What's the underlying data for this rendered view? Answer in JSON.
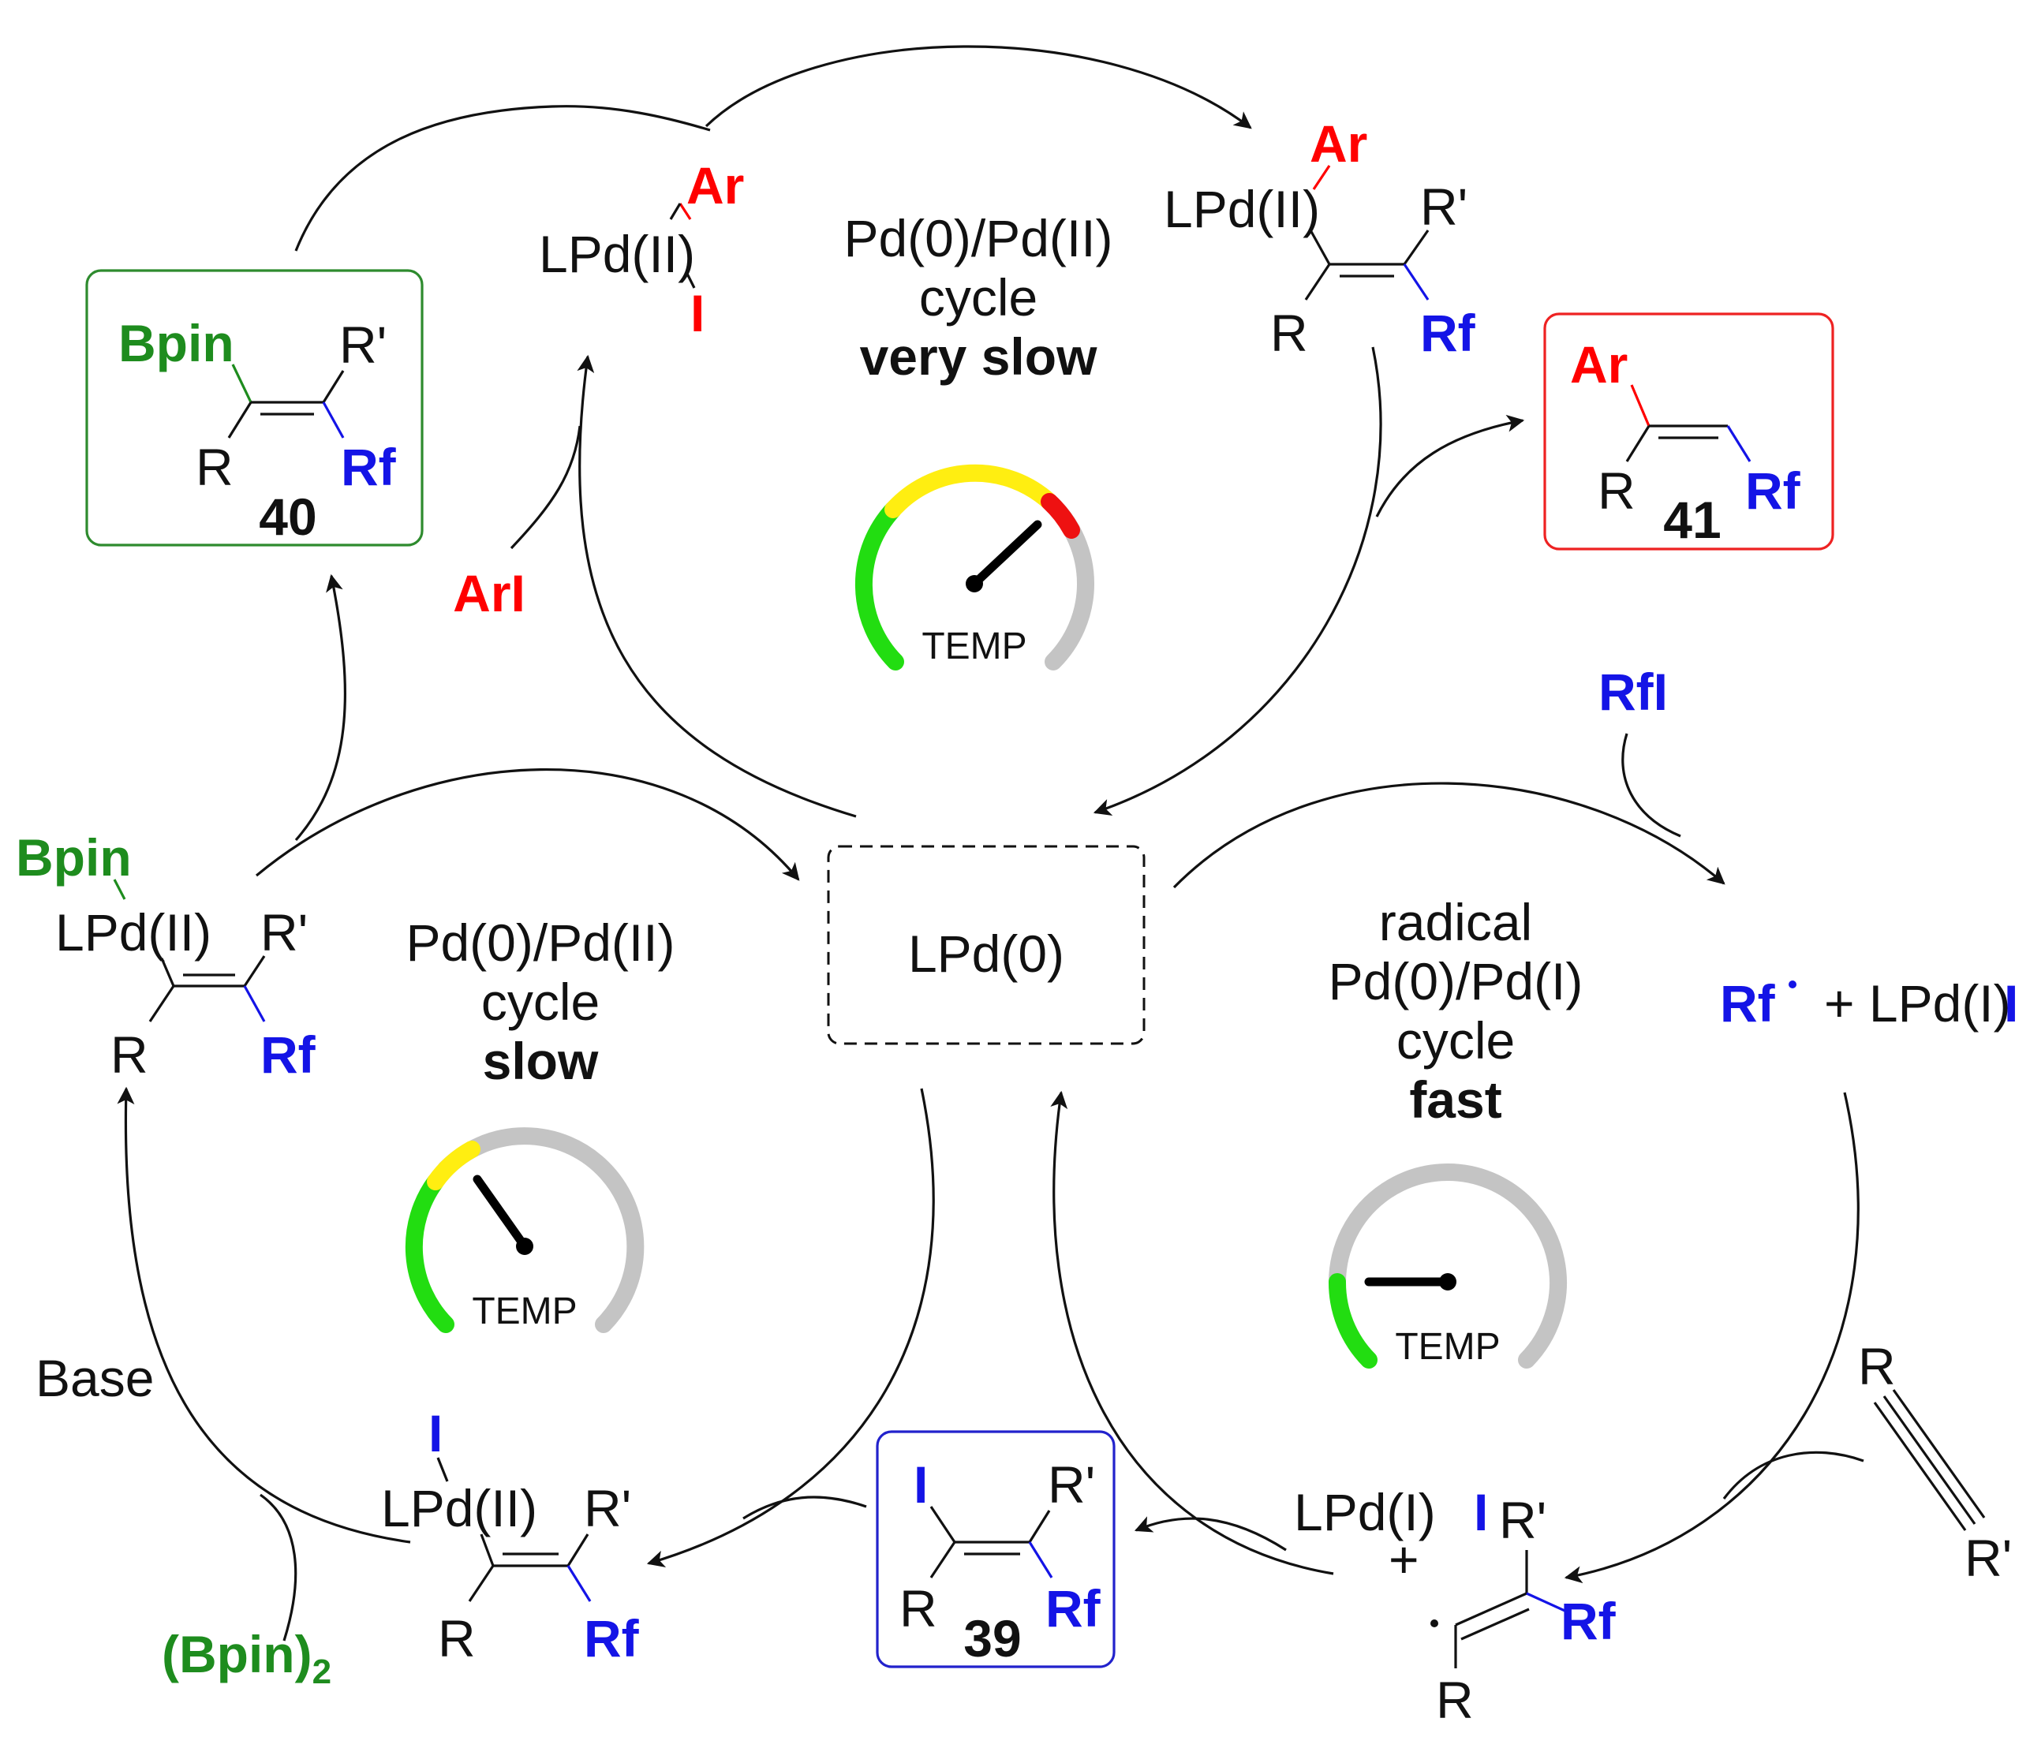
{
  "center": {
    "label": "LPd(0)"
  },
  "cycles": {
    "top": {
      "line1": "Pd(0)/Pd(II)",
      "line2": "cycle",
      "speed": "very slow"
    },
    "left": {
      "line1": "Pd(0)/Pd(II)",
      "line2": "cycle",
      "speed": "slow"
    },
    "right": {
      "line1": "radical",
      "line2": "Pd(0)/Pd(I)",
      "line3": "cycle",
      "speed": "fast"
    }
  },
  "gauges": {
    "label": "TEMP",
    "colors": {
      "green": "#22dd11",
      "yellow": "#ffee11",
      "red": "#ee1111",
      "gray": "#c4c4c4",
      "needle": "#000000"
    }
  },
  "reagents": {
    "ArI": "ArI",
    "RfI": "RfI",
    "base": "Base",
    "bpin2_main": "(Bpin)",
    "bpin2_sub": "2"
  },
  "species": {
    "top_pd": {
      "pd": "LPd(II)",
      "ar": "Ar",
      "i": "I"
    },
    "top_right_pd": {
      "pd": "LPd(II)",
      "ar": "Ar",
      "r": "R",
      "rprime": "R'",
      "rf": "Rf"
    },
    "left_pd_bpin": {
      "bpin": "Bpin",
      "pd": "LPd(II)",
      "r": "R",
      "rprime": "R'",
      "rf": "Rf"
    },
    "bottom_pd_i": {
      "i": "I",
      "pd": "LPd(II)",
      "r": "R",
      "rprime": "R'",
      "rf": "Rf"
    },
    "radical_side": {
      "rf_dot": "Rf",
      "plus_lpd": "+ LPd(I)",
      "i": "I"
    },
    "vinyl_radical": {
      "lpd": "LPd(I)",
      "i": "I",
      "plus": "+",
      "r": "R",
      "rprime": "R'",
      "rf": "Rf"
    },
    "alkyne": {
      "r": "R",
      "rprime": "R'"
    }
  },
  "products": {
    "p40": {
      "number": "40",
      "bpin": "Bpin",
      "r": "R",
      "rprime": "R'",
      "rf": "Rf",
      "box_color": "#2e8b2e"
    },
    "p41": {
      "number": "41",
      "ar": "Ar",
      "r": "R",
      "rf": "Rf",
      "box_color": "#ee2222"
    },
    "p39": {
      "number": "39",
      "i": "I",
      "r": "R",
      "rprime": "R'",
      "rf": "Rf",
      "box_color": "#2222cc"
    }
  }
}
